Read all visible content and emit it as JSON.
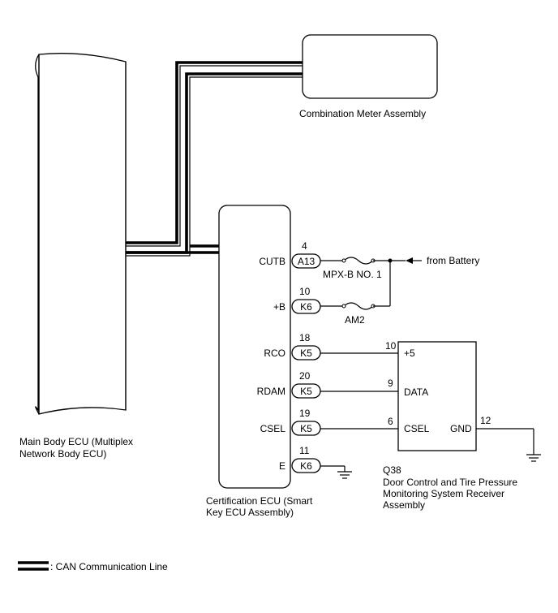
{
  "main_body_ecu": {
    "label_line1": "Main Body ECU (Multiplex",
    "label_line2": "Network Body ECU)"
  },
  "combination_meter": {
    "label": "Combination Meter Assembly"
  },
  "certification_ecu": {
    "label_line1": "Certification ECU (Smart",
    "label_line2": "Key ECU Assembly)",
    "pins": [
      {
        "name": "CUTB",
        "pin_no": "4",
        "connector": "A13"
      },
      {
        "name": "+B",
        "pin_no": "10",
        "connector": "K6"
      },
      {
        "name": "RCO",
        "pin_no": "18",
        "connector": "K5"
      },
      {
        "name": "RDAM",
        "pin_no": "20",
        "connector": "K5"
      },
      {
        "name": "CSEL",
        "pin_no": "19",
        "connector": "K5"
      },
      {
        "name": "E",
        "pin_no": "11",
        "connector": "K6"
      }
    ]
  },
  "fuses": {
    "mpxb": "MPX-B NO. 1",
    "am2": "AM2"
  },
  "battery": {
    "label": "from Battery"
  },
  "receiver": {
    "code": "Q38",
    "label_line1": "Door Control and Tire Pressure",
    "label_line2": "Monitoring System Receiver",
    "label_line3": "Assembly",
    "pins": [
      {
        "name": "+5",
        "pin_no": "10"
      },
      {
        "name": "DATA",
        "pin_no": "9"
      },
      {
        "name": "CSEL",
        "pin_no": "6"
      },
      {
        "name": "GND",
        "pin_no": "12"
      }
    ]
  },
  "legend": {
    "label": ": CAN Communication Line"
  }
}
